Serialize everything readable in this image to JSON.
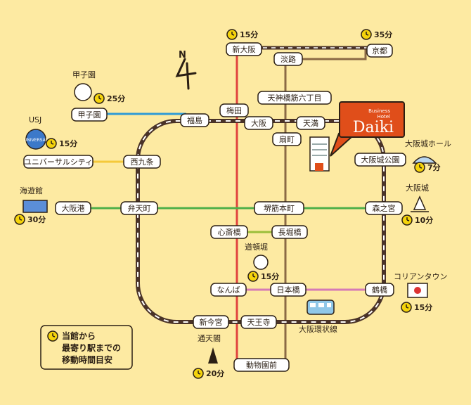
{
  "map": {
    "compass": "N",
    "hotel": {
      "line1": "Business",
      "line2": "Hotel",
      "name": "Daiki"
    },
    "colors": {
      "background": "#fdeaa2",
      "loop": "#4a3328",
      "red_line": "#e0423d",
      "brown_line": "#8b6a45",
      "blue_line": "#2e9bd6",
      "yellow_line": "#f5c93b",
      "green_line": "#4fb04a",
      "olive_line": "#9bbf3a",
      "pink_line": "#d57bb6",
      "clock": "#f5d40b",
      "hotel": "#e04e1a"
    },
    "stations": {
      "shin_osaka": "新大阪",
      "awaji": "淡路",
      "kyoto": "京都",
      "tenjinbashi": "天神橋筋六丁目",
      "koshien": "甲子園",
      "fukushima": "福島",
      "umeda": "梅田",
      "osaka": "大阪",
      "tenma": "天満",
      "ogimachi": "扇町",
      "osakajokoen": "大阪城公園",
      "usj": "ユニバーサルシティ",
      "nishikujo": "西九条",
      "osakako": "大阪港",
      "bentencho": "弁天町",
      "sakaisuji": "堺筋本町",
      "morinomiya": "森之宮",
      "shinsaibashi": "心斎橋",
      "nagahoribashi": "長堀橋",
      "namba": "なんば",
      "nipponbashi": "日本橋",
      "tsuruhashi": "鶴橋",
      "shinimamiya": "新今宮",
      "tennoji": "天王寺",
      "dobutsuen": "動物園前"
    },
    "spots": {
      "koshien": "甲子園",
      "usj": "USJ",
      "kaiyukan": "海遊館",
      "osakajohall": "大阪城ホール",
      "osakajo": "大阪城",
      "dotonbori": "道頓堀",
      "koreatown": "コリアンタウン",
      "tsutenkaku": "通天閣"
    },
    "times": {
      "shin_osaka": "15分",
      "kyoto": "35分",
      "koshien": "25分",
      "usj": "15分",
      "kaiyukan": "30分",
      "osakajohall": "7分",
      "osakajo": "10分",
      "dotonbori": "15分",
      "koreatown": "15分",
      "tsutenkaku": "20分"
    },
    "loop_name": "大阪環状線",
    "usj_logo": "UNIVERSAL",
    "legend": {
      "line1": "当館から",
      "line2": "最寄り駅までの",
      "line3": "移動時間目安"
    }
  }
}
